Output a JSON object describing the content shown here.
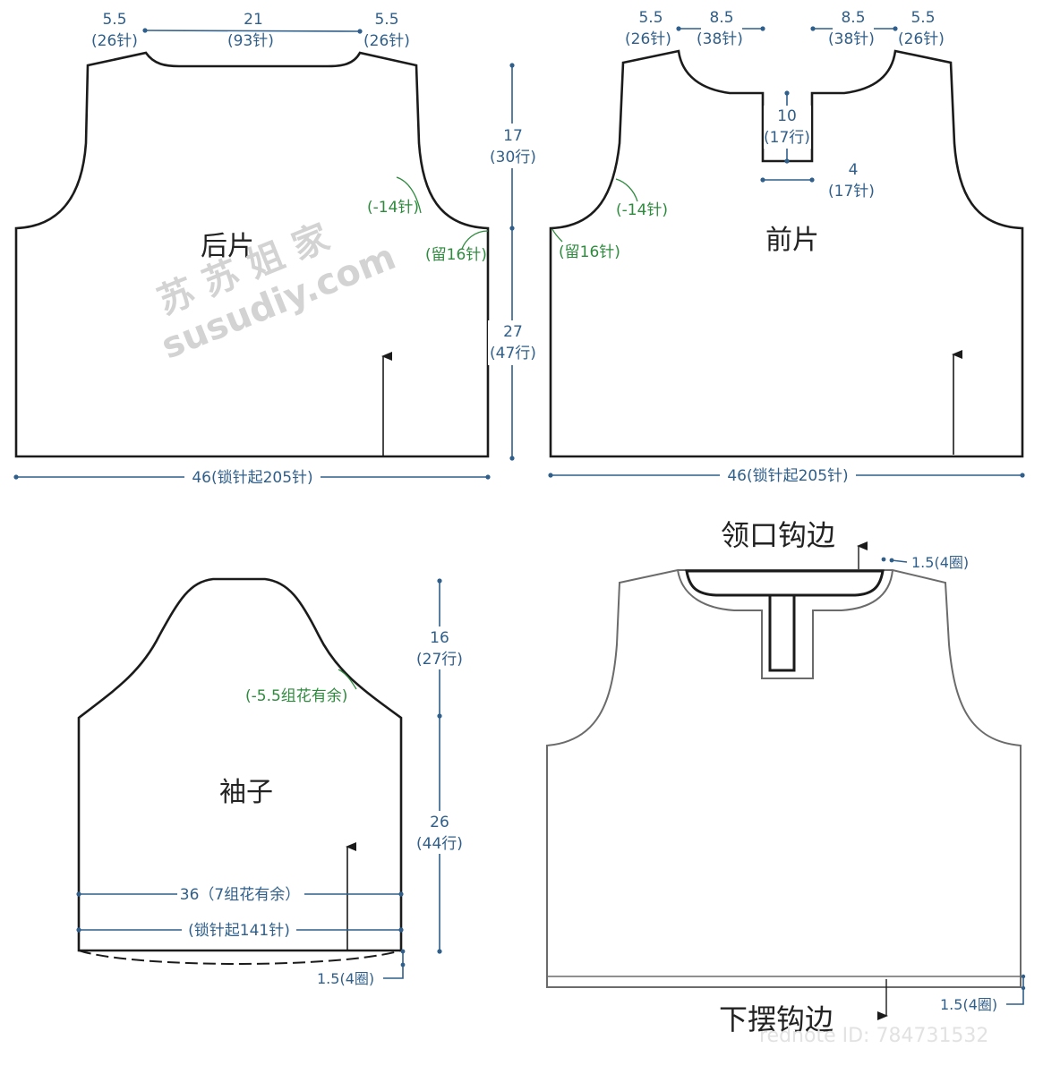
{
  "colors": {
    "outline": "#1b1b1b",
    "dimension": "#2f5f8a",
    "note": "#2e8b3e",
    "watermark": "#d3d3d3"
  },
  "watermark": {
    "line1": "苏 苏 姐 家",
    "line2": "susudiy.com",
    "footer": "rednote ID: 784731532"
  },
  "back": {
    "title": "后片",
    "shoulder_left": "5.5",
    "shoulder_left_st": "(26针)",
    "neck": "21",
    "neck_st": "(93针)",
    "shoulder_right": "5.5",
    "shoulder_right_st": "(26针)",
    "armhole_h": "17",
    "armhole_rows": "(30行)",
    "body_h": "27",
    "body_rows": "(47行)",
    "decrease": "(-14针)",
    "keep": "(留16针)",
    "width": "46(锁针起205针)"
  },
  "front": {
    "title": "前片",
    "shoulder_left": "5.5",
    "shoulder_left_st": "(26针)",
    "neck_left": "8.5",
    "neck_left_st": "(38针)",
    "neck_right": "8.5",
    "neck_right_st": "(38针)",
    "shoulder_right": "5.5",
    "shoulder_right_st": "(26针)",
    "placket_h": "10",
    "placket_rows": "(17行)",
    "placket_w": "4",
    "placket_st": "(17针)",
    "decrease": "(-14针)",
    "keep": "(留16针)",
    "width": "46(锁针起205针)"
  },
  "sleeve": {
    "title": "袖子",
    "cap_h": "16",
    "cap_rows": "(27行)",
    "body_h": "26",
    "body_rows": "(44行)",
    "decrease": "(-5.5组花有余)",
    "width_pattern": "36（7组花有余）",
    "width_chain": "(锁针起141针)",
    "cuff": "1.5(4圈)"
  },
  "assembly": {
    "neck_title": "领口钩边",
    "neck_edge": "1.5(4圈)",
    "hem_title": "下摆钩边",
    "hem_edge": "1.5(4圈)"
  }
}
